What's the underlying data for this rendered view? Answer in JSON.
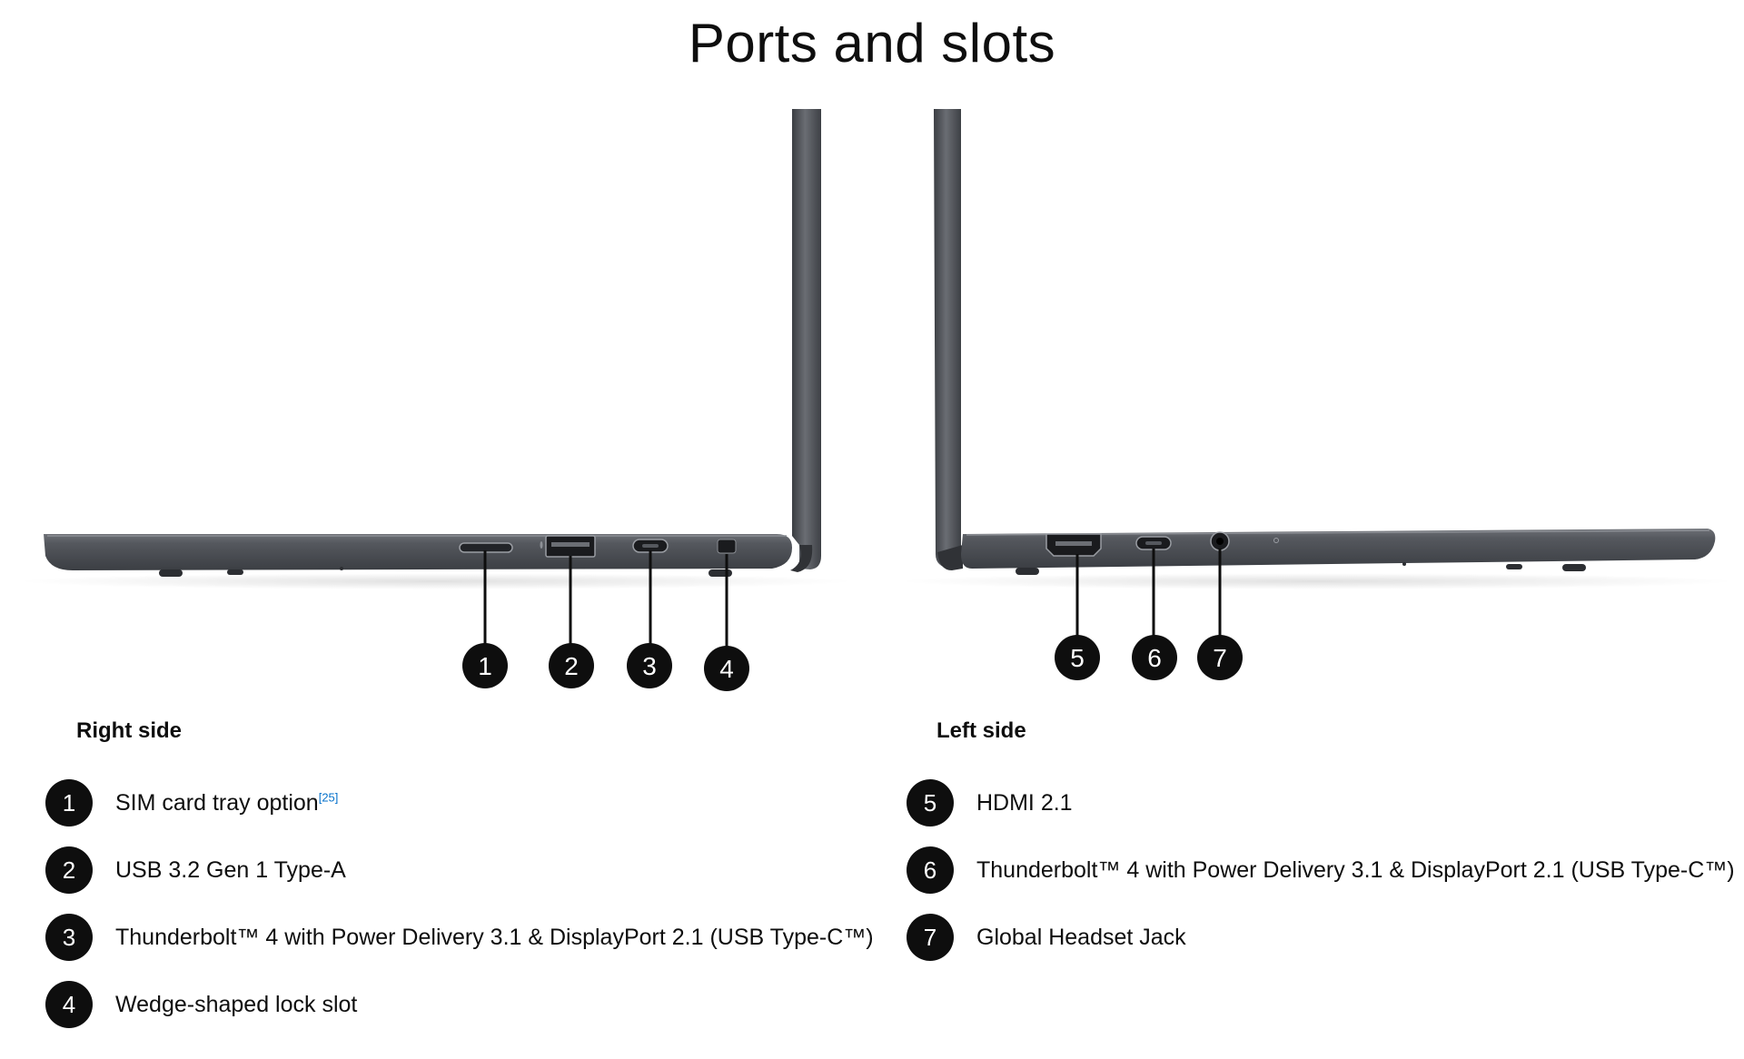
{
  "page": {
    "title": "Ports and slots"
  },
  "callouts": [
    "1",
    "2",
    "3",
    "4",
    "5",
    "6",
    "7"
  ],
  "right_side": {
    "title": "Right side",
    "items": [
      {
        "number": "1",
        "label": "SIM card tray option",
        "footnote": "[25]"
      },
      {
        "number": "2",
        "label": "USB 3.2 Gen 1 Type-A"
      },
      {
        "number": "3",
        "label": "Thunderbolt™ 4 with Power Delivery 3.1 & DisplayPort 2.1 (USB Type-C™)"
      },
      {
        "number": "4",
        "label": "Wedge-shaped lock slot"
      }
    ]
  },
  "left_side": {
    "title": "Left side",
    "items": [
      {
        "number": "5",
        "label": "HDMI 2.1"
      },
      {
        "number": "6",
        "label": "Thunderbolt™ 4 with Power Delivery 3.1 & DisplayPort 2.1 (USB Type-C™)"
      },
      {
        "number": "7",
        "label": "Global Headset Jack"
      }
    ]
  },
  "colors": {
    "badge": "#0e0e0e",
    "chassis": "#4a4d53",
    "footnote": "#0672cb"
  }
}
